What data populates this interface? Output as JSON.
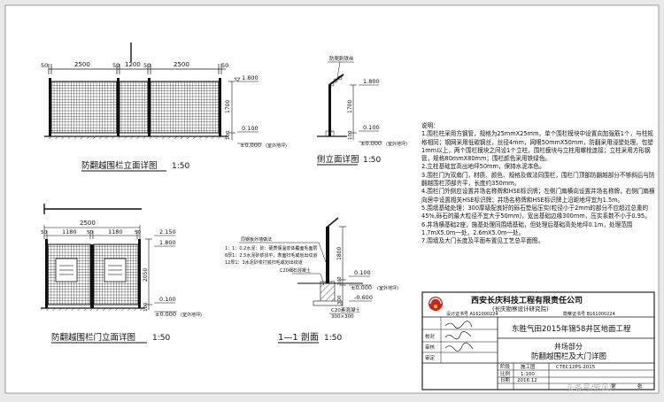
{
  "colors": {
    "paper": "#ffffff",
    "line": "#111111",
    "logo": "#cc2222",
    "background": "#e9e9e9"
  },
  "elevation_fence": {
    "title": "防翻越围栏立面详图",
    "scale": "1:50",
    "dims_top": [
      "50",
      "2500",
      "50",
      "1200",
      "50",
      "2500",
      "50"
    ],
    "levels": [
      "1.800",
      "0.100",
      "±0.000"
    ],
    "level_note": "(室外地坪)",
    "heights": [
      "1700",
      "100"
    ]
  },
  "side_elevation": {
    "title": "侧立面详图",
    "scale": "1:50",
    "callout": "防爬刺铁丝",
    "levels": [
      "1.800",
      "0.100",
      "±0.000"
    ],
    "level_note": "(室外地坪)",
    "heights": [
      "1700",
      "100"
    ]
  },
  "gate_elevation": {
    "title": "防翻越围栏门立面详图",
    "scale": "1:50",
    "dims_top": [
      "50",
      "1180",
      "50",
      "1180",
      "50"
    ],
    "dim_total": "2500",
    "levels": [
      "2.150",
      "1.800",
      "0.100",
      "±0.000"
    ],
    "level_note": "(室外地坪)",
    "heights": [
      "2050",
      "100"
    ]
  },
  "section": {
    "title": "1—1 剖面",
    "scale": "1:50",
    "callouts": [
      "同钢板外墙做法",
      "1：1：0.2水泥：砂：硬质保温浆体覆面毛面层",
      "6厚1：2.5水泥砂浆找平，表面扫毛或划出纹道",
      "12厚1：3水泥砂浆打底扫毛或划出纹道",
      "C20细石混凝土"
    ],
    "dims": [
      "1800",
      "100",
      "300"
    ],
    "levels": [
      "0.100",
      "±0.000",
      "-0.600"
    ],
    "level_note": "(室外地坪)",
    "foundation_note": "C20素混凝土",
    "foundation_dim": "300×300"
  },
  "notes": {
    "heading": "说明：",
    "items": [
      "1.围栏柱采用方钢管，规格为25mmX25mm，单个围栏模块中设置向加强筋1个，与柱规格相同；钢网采用低碳钢丝，丝径4mm，网眼50mmX50mm，防翻采用浸塑处理，包塑1mm以上，两个围栏模块之间设1个立柱，围栏模块与立柱用螺栓连接；立柱采用方形钢管，规格80mmX80mm；围栏颜色采用铁绿色。",
      "2.立柱基础宜高出地坪50mm，保持水泥本色。",
      "3.围栏门为双扇门，材质、颜色、规格及做法同围栏，围栏门顶部防翻越部分不够斜后与防翻越围栏顶部齐平，长度约350mm。",
      "4.围栏门外侧应设置井场名称牌和HSE标识牌；左侧门扇横向设置井场名称牌，右侧门扇横向居中设置相关HSE标识牌；井场名称牌和HSE标识牌上沿距地坪宜为1.5m。",
      "5.围墙基础处理：300厚级配良好的砾石垫层压实(粒径小于2mm的部分不应超过总重的45%,砾石的最大粒径不宜大于50mm)，宽出基础边缘300mm，压实系数不小于0.95。",
      "6.井场横基础2座，施基处理同围墙基础，但处理后基础高处地坪0.1m，处理范围1.7mX5.0m一处，2.6mX5.0m一处。",
      "7.围墙及大门长度及平面布置见工艺总平面图。"
    ]
  },
  "title_block": {
    "company": "西安长庆科技工程有限责任公司",
    "institute": "(长庆勘察设计研究院)",
    "cert_left": "设计证书号 A161000224",
    "cert_right": "勘察证书号 B161000224",
    "project": "东胜气田2015年锦58井区地面工程",
    "part": "井场部分",
    "drawing": "防翻越围栏及大门详图",
    "roles": [
      "校对",
      "审核",
      "审定"
    ],
    "stage_label": "阶段",
    "stage_value": "施工图",
    "scale_label": "比例",
    "scale_value": "1:100",
    "date_label": "日期",
    "date_value": "2016.12",
    "drawing_no": "CTEC12PS-2015",
    "sheet_label": "第",
    "sheet_value": "张"
  },
  "watermark": "头条号/紫风厂"
}
